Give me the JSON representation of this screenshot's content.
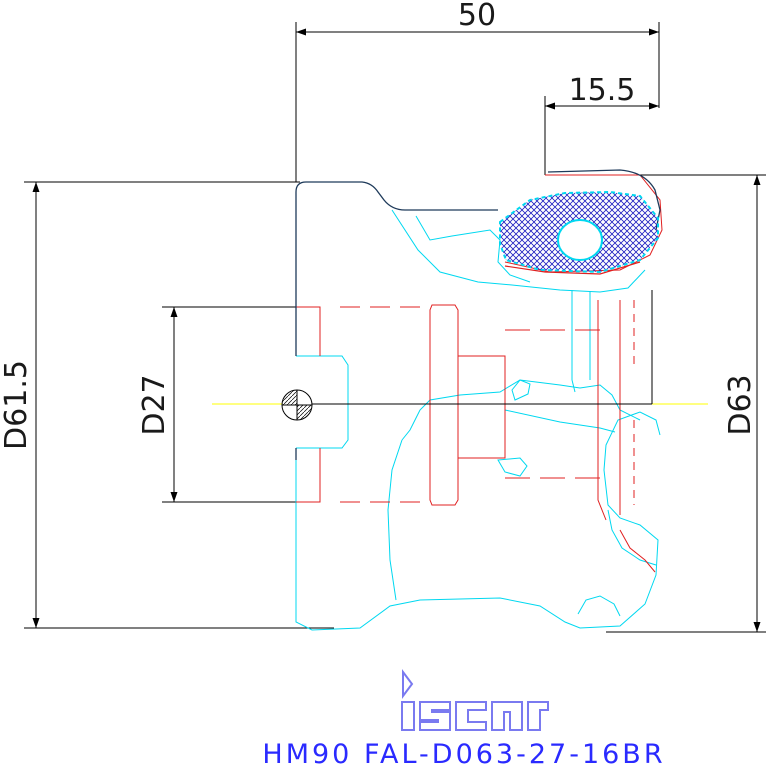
{
  "dimensions": {
    "overall_length": "50",
    "insert_offset": "15.5",
    "body_diameter": "D61.5",
    "bore_diameter": "D27",
    "cutting_diameter": "D63"
  },
  "logo_text": "iscar",
  "designation": "HM90 FAL-D063-27-16BR",
  "colors": {
    "dimension_lines": "#000000",
    "body_outline": "#1e3a5a",
    "cyan_profile": "#00d8f0",
    "red_profile": "#e02020",
    "centerline": "#ffff00",
    "insert_hatch": "#2020c0",
    "logo": "#7a7af0",
    "title": "#2a2aff"
  }
}
